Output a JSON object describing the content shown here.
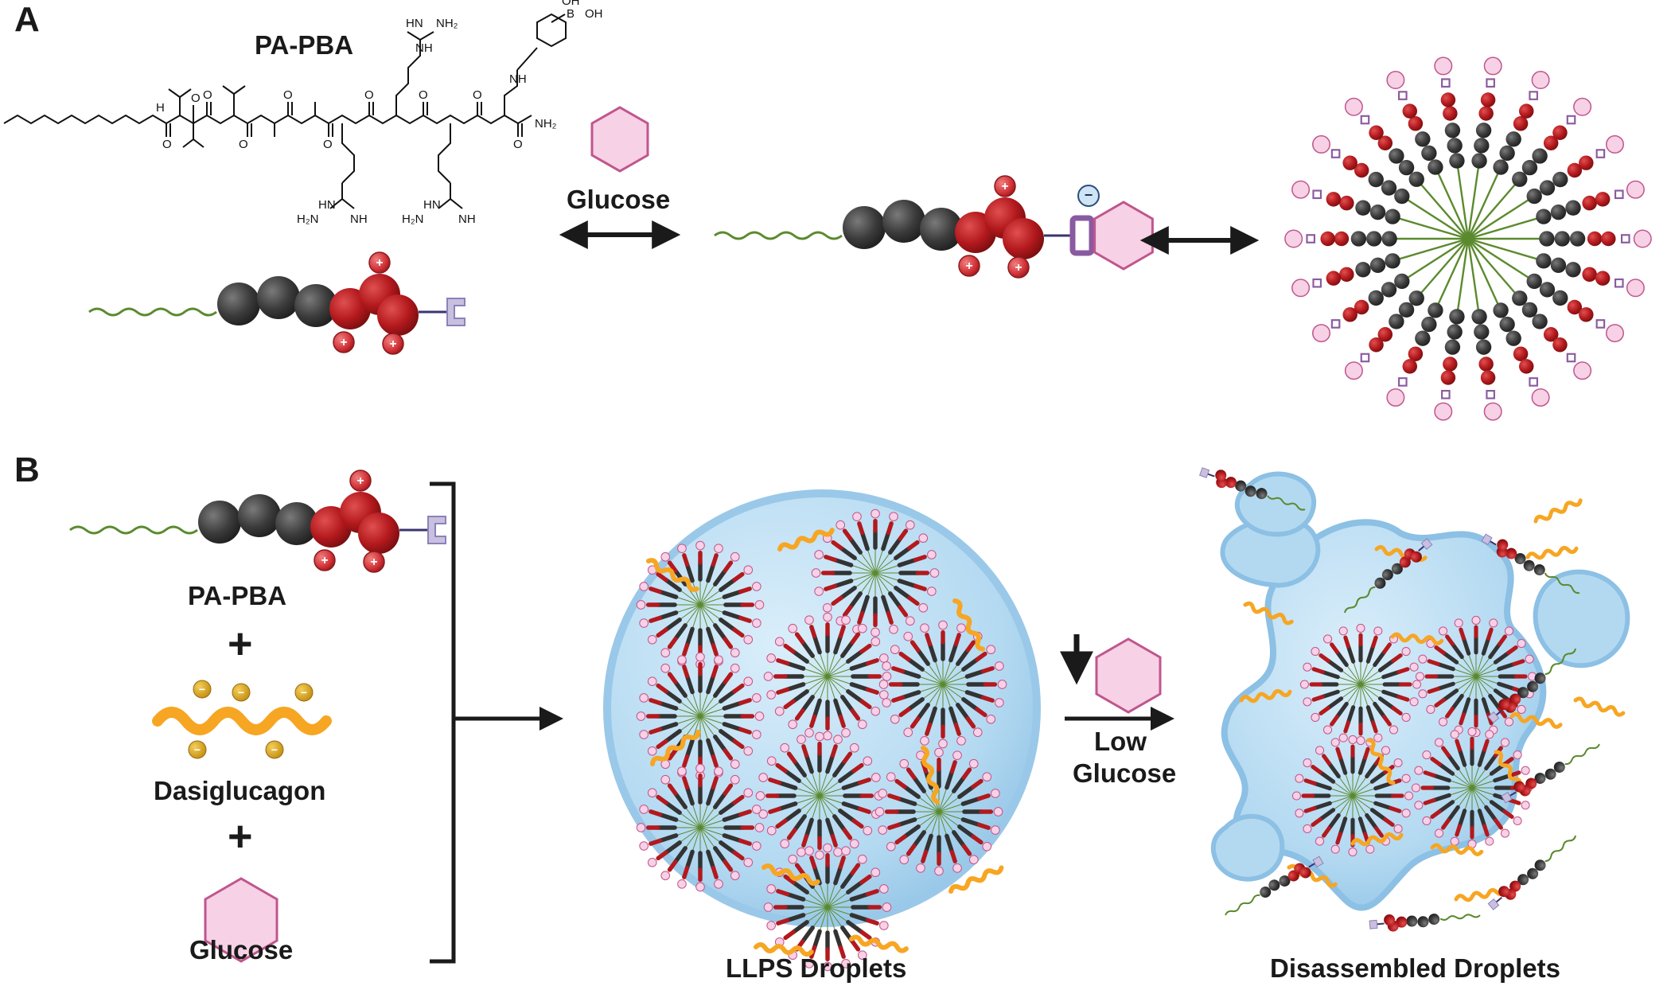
{
  "panels": {
    "a": "A",
    "b": "B"
  },
  "panel_a": {
    "molecule_name": "PA-PBA",
    "arrow_label": "Glucose",
    "atoms": {
      "hn": "H",
      "n": "N",
      "o": "O",
      "nh": "NH",
      "hn2": "HN",
      "nh2": "NH₂",
      "h2n": "H₂N",
      "b": "B",
      "oh": "OH"
    },
    "charges": {
      "plus": "+",
      "minus": "−"
    }
  },
  "panel_b": {
    "pa_label": "PA-PBA",
    "plus_sign": "+",
    "peptide_label": "Dasiglucagon",
    "glucose_label": "Glucose",
    "peptide_charge": "−",
    "droplet_label": "LLPS Droplets",
    "low_glucose_label_line1": "Low",
    "low_glucose_label_line2": "Glucose",
    "disassembled_label": "Disassembled Droplets"
  },
  "colors": {
    "alkyl_tail": "#5b8a2e",
    "valine_bead": "#3b3b3b",
    "charged_bead": "#b3191d",
    "pba_group": "#8a5aa0",
    "pba_light": "#c9c0e0",
    "glucose_fill": "#f7d1e6",
    "glucose_stroke": "#c0568d",
    "peptide": "#f6a623",
    "droplet_fill": "#b9dcf2",
    "droplet_stroke": "#8cc0e4"
  }
}
